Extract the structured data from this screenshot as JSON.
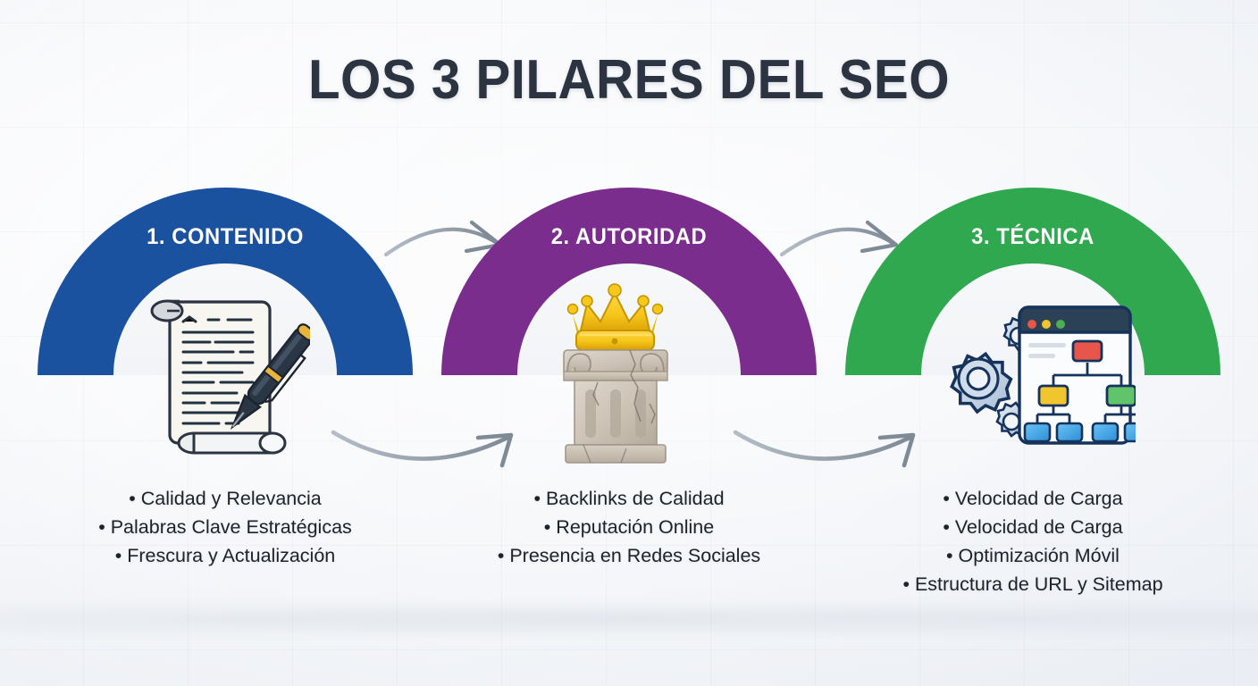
{
  "title": "LOS 3 PILARES DEL SEO",
  "colors": {
    "pillar1": "#1B52A0",
    "pillar2": "#7A2D8C",
    "pillar3": "#2FA84F",
    "title_text": "#2b3440",
    "bullet_text": "#1d232b",
    "arrow": "#9aa5b1",
    "background": "#f2f4f7"
  },
  "pillars": [
    {
      "label": "1. CONTENIDO",
      "color": "#1B52A0",
      "icon": "scroll-and-pen-icon",
      "bullets": [
        "• Calidad y Relevancia",
        "• Palabras Clave Estratégicas",
        "• Frescura y Actualización"
      ]
    },
    {
      "label": "2. AUTORIDAD",
      "color": "#7A2D8C",
      "icon": "crown-on-column-icon",
      "bullets": [
        "• Backlinks de Calidad",
        "• Reputación Online",
        "• Presencia en Redes Sociales"
      ]
    },
    {
      "label": "3. TÉCNICA",
      "color": "#2FA84F",
      "icon": "browser-sitemap-gears-icon",
      "bullets": [
        "• Velocidad de Carga",
        "• Velocidad de Carga",
        "• Optimización Móvil",
        "• Estructura de URL y Sitemap"
      ]
    }
  ],
  "arrows": [
    {
      "name": "arrow-contenido-to-autoridad-top",
      "direction": "right"
    },
    {
      "name": "arrow-autoridad-to-tecnica-top",
      "direction": "right"
    },
    {
      "name": "arrow-contenido-to-autoridad-bottom",
      "direction": "right"
    },
    {
      "name": "arrow-autoridad-to-tecnica-bottom",
      "direction": "right"
    }
  ]
}
